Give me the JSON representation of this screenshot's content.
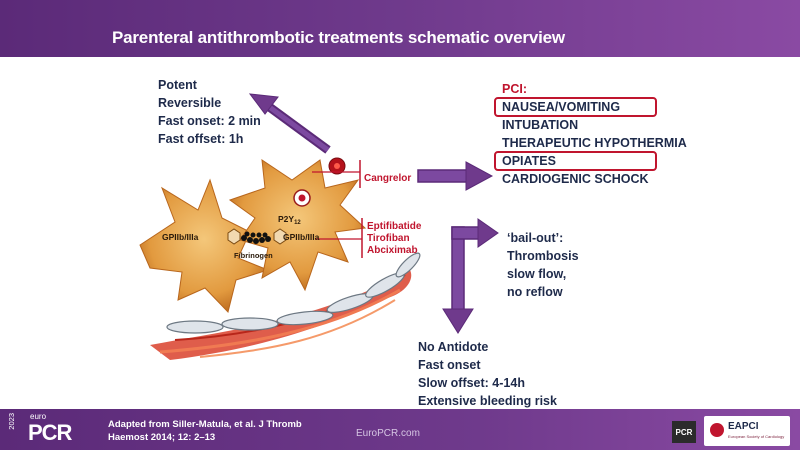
{
  "header": {
    "title": "Parenteral antithrombotic treatments schematic overview"
  },
  "left_block": {
    "lines": [
      "Potent",
      "Reversible",
      "Fast onset: 2 min",
      "Fast offset: 1h"
    ]
  },
  "pci_block": {
    "heading": "PCI:",
    "lines": [
      "NAUSEA/VOMITING",
      "INTUBATION",
      "THERAPEUTIC HYPOTHERMIA",
      "OPIATES",
      "CARDIOGENIC SCHOCK"
    ]
  },
  "bailout_block": {
    "lines": [
      "‘bail-out’:",
      "Thrombosis",
      "slow flow,",
      "no reflow"
    ]
  },
  "bottom_block": {
    "lines": [
      "No Antidote",
      "Fast onset",
      "Slow offset: 4-14h",
      "Extensive bleeding risk"
    ]
  },
  "drugs": {
    "cangrelor": "Cangrelor",
    "gp_inhibitors": [
      "Eptifibatide",
      "Tirofiban",
      "Abciximab"
    ]
  },
  "diagram_labels": {
    "p2y": "P2Y",
    "p2y_sub": "12",
    "gp_left": "GPIIb/IIIa",
    "gp_right": "GPIIb/IIIa",
    "fibrinogen": "Fibrinogen"
  },
  "footer": {
    "reference_line1": "Adapted from Siller-Matula, et al. J Thromb",
    "reference_line2": "Haemost  2014; 12: 2–13",
    "url": "EuroPCR.com",
    "logo_euro": "euro",
    "logo_pcr": "PCR",
    "logo_year": "2023",
    "badge_pcr": "PCR",
    "eapci": "EAPCI",
    "eapci_sub": "European Society of Cardiology"
  },
  "colors": {
    "header": "#6f3a8c",
    "arrow": "#6f3a8c",
    "red": "#c0152e",
    "text": "#1e2a4a",
    "platelet": "#e8a64c"
  }
}
